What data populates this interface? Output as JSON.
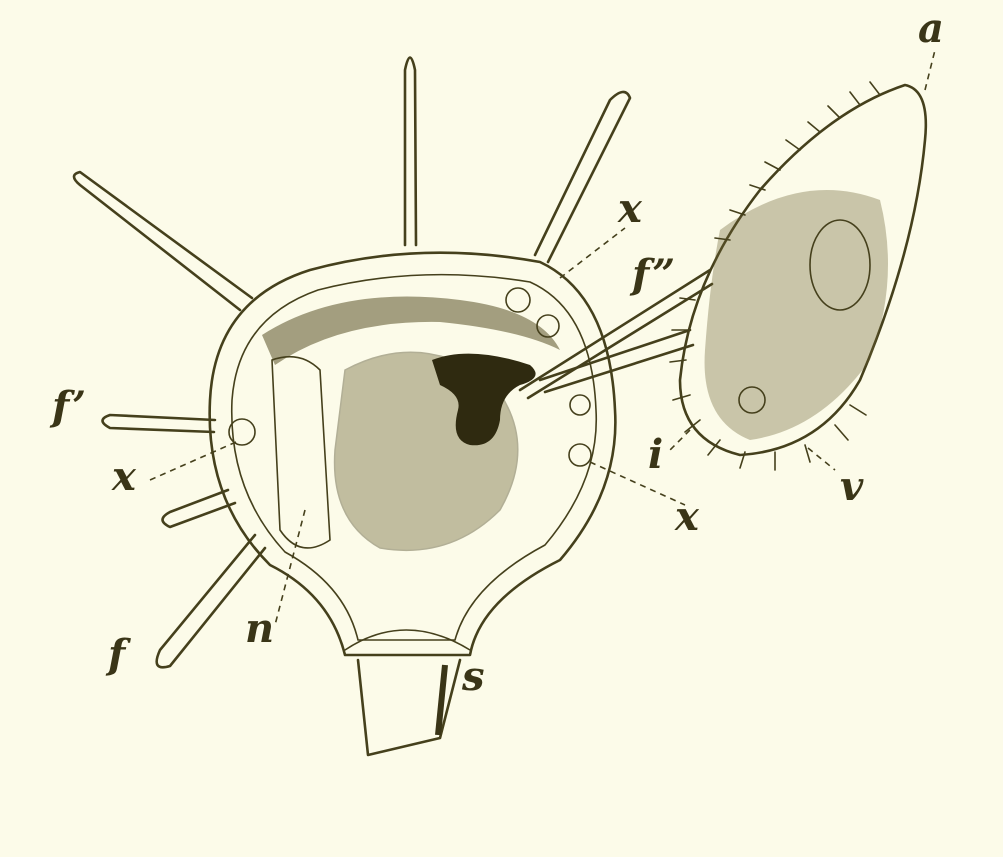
{
  "labels": {
    "a": "a",
    "x_top": "x",
    "f_double_prime": "f”",
    "f_prime": "f’",
    "x_left": "x",
    "f": "f",
    "n": "n",
    "s": "s",
    "i": "i",
    "x_right": "x",
    "v": "v"
  },
  "colors": {
    "paper": "#fcfbe9",
    "ink": "#45401c"
  }
}
